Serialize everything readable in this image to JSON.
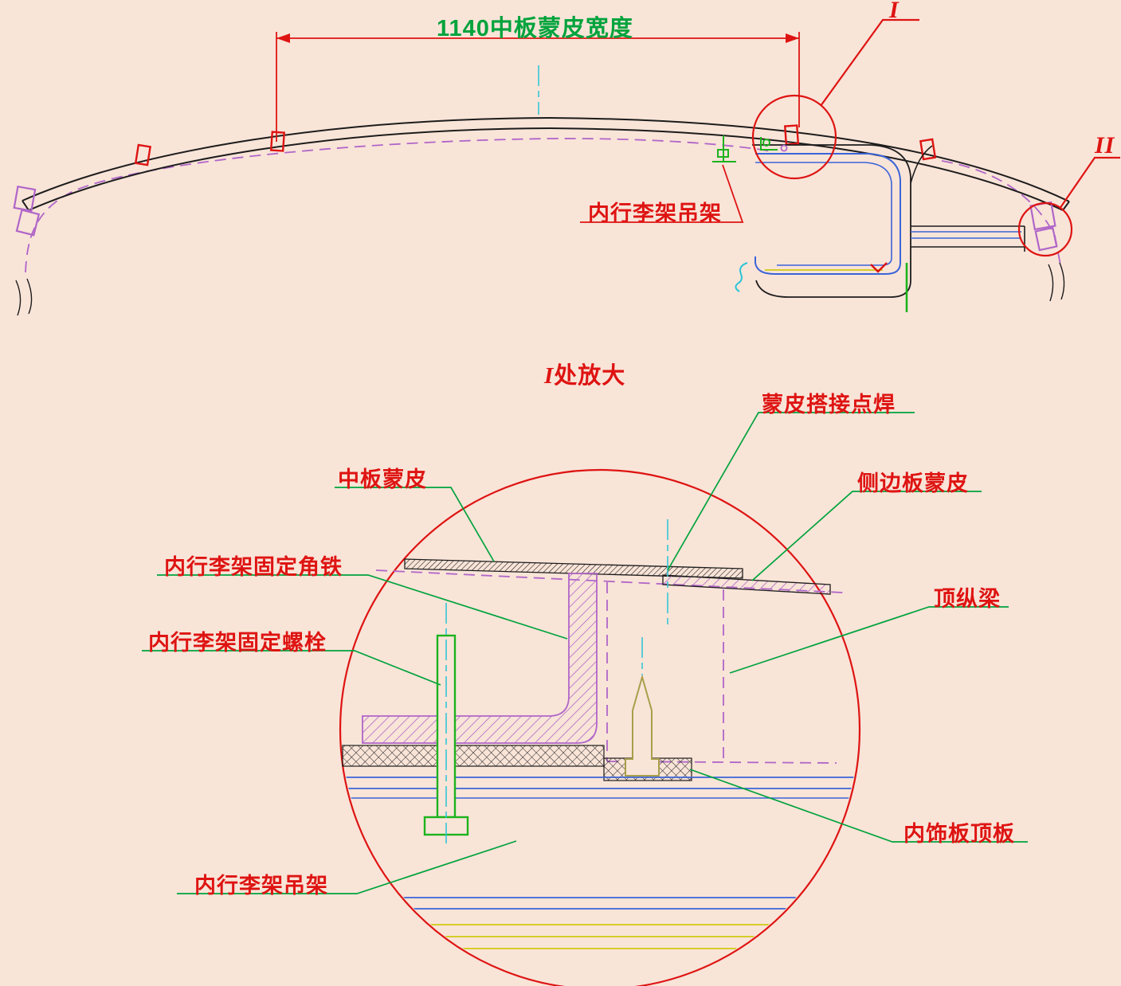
{
  "colors": {
    "background": "#f9e4d8",
    "red": "#de1412",
    "green": "#00a33c",
    "bright_green": "#1db31d",
    "purple": "#b066c8",
    "blue": "#3a64d8",
    "cyan": "#29c5d6",
    "yellow": "#d6cd2a",
    "olive": "#a89f4a",
    "black": "#1c1c1c"
  },
  "top_view": {
    "dimension_label": "1140中板蒙皮宽度",
    "dimension_value": "1140",
    "callout_primary": "I",
    "callout_secondary": "II",
    "hanger_label": "内行李架吊架"
  },
  "detail_view": {
    "title_prefix": "I",
    "title_suffix": "处放大",
    "labels": {
      "skin_lap_weld": "蒙皮搭接点焊",
      "middle_skin": "中板蒙皮",
      "side_skin": "侧边板蒙皮",
      "angle_iron": "内行李架固定角铁",
      "roof_beam": "顶纵梁",
      "fixing_bolt": "内行李架固定螺栓",
      "interior_panel": "内饰板顶板",
      "hanger": "内行李架吊架"
    }
  }
}
